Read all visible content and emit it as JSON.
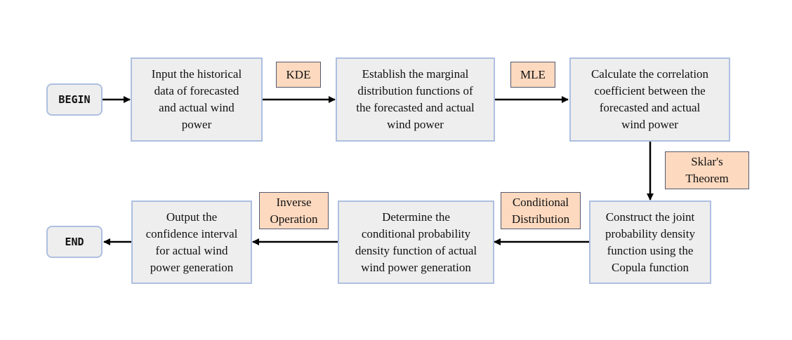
{
  "terminals": {
    "begin": "BEGIN",
    "end": "END"
  },
  "steps": {
    "input": "Input the historical\ndata of forecasted\nand actual wind\npower",
    "marginal": "Establish the marginal\ndistribution functions of\nthe forecasted and actual\nwind power",
    "correlation": "Calculate the correlation\ncoefficient between the\nforecasted and actual\nwind power",
    "joint": "Construct the joint\nprobability density\nfunction using the\nCopula function",
    "conditional": "Determine the\nconditional probability\ndensity function of actual\nwind power generation",
    "output": "Output the\nconfidence interval\nfor actual wind\npower generation"
  },
  "methods": {
    "kde": "KDE",
    "mle": "MLE",
    "sklar": "Sklar's\nTheorem",
    "conditional_distribution": "Conditional\nDistribution",
    "inverse_operation": "Inverse\nOperation"
  },
  "colors": {
    "node_fill": "#eeeeee",
    "node_border": "#aebfe0",
    "method_fill": "#fdd9bf",
    "method_border": "#555a6e",
    "arrow": "#000000"
  }
}
